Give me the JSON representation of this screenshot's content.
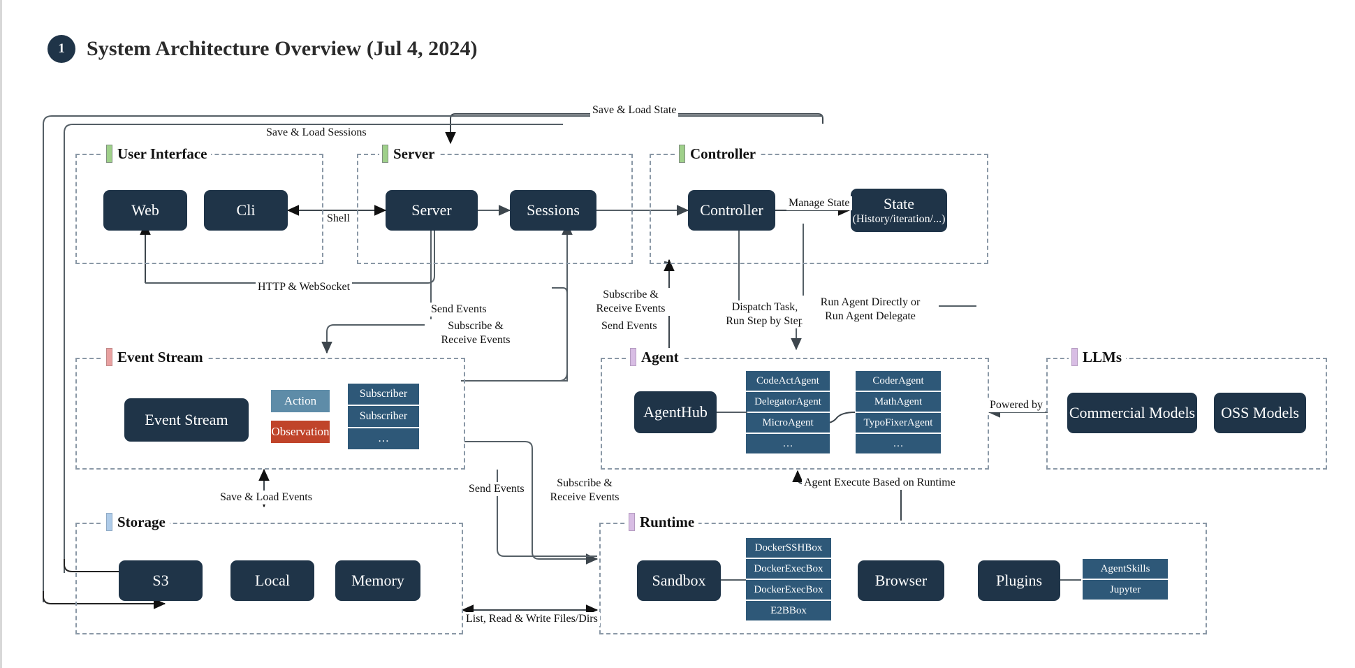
{
  "header": {
    "badge": "1",
    "title": "System Architecture Overview (Jul 4, 2024)"
  },
  "groups": {
    "user_interface": {
      "label": "User Interface",
      "accent": "#9fd08a"
    },
    "server": {
      "label": "Server",
      "accent": "#9fd08a"
    },
    "controller": {
      "label": "Controller",
      "accent": "#9fd08a"
    },
    "event_stream": {
      "label": "Event Stream",
      "accent": "#e8a0a0"
    },
    "agent": {
      "label": "Agent",
      "accent": "#d8bde4"
    },
    "llms": {
      "label": "LLMs",
      "accent": "#d8bde4"
    },
    "storage": {
      "label": "Storage",
      "accent": "#aecbe8"
    },
    "runtime": {
      "label": "Runtime",
      "accent": "#d8bde4"
    }
  },
  "nodes": {
    "web": {
      "label": "Web"
    },
    "cli": {
      "label": "Cli"
    },
    "server": {
      "label": "Server"
    },
    "sessions": {
      "label": "Sessions"
    },
    "controller": {
      "label": "Controller"
    },
    "state": {
      "label": "State",
      "sublabel": "(History/iteration/...)"
    },
    "event_stream": {
      "label": "Event Stream"
    },
    "agent_hub": {
      "label": "AgentHub"
    },
    "commercial_models": {
      "label": "Commercial Models"
    },
    "oss_models": {
      "label": "OSS Models"
    },
    "s3": {
      "label": "S3"
    },
    "local": {
      "label": "Local"
    },
    "memory": {
      "label": "Memory"
    },
    "sandbox": {
      "label": "Sandbox"
    },
    "browser": {
      "label": "Browser"
    },
    "plugins": {
      "label": "Plugins"
    }
  },
  "chips": {
    "action": {
      "label": "Action",
      "color": "#5e8ca8"
    },
    "observation": {
      "label": "Observation",
      "color": "#c0442a"
    }
  },
  "stacks": {
    "subscribers": {
      "items": [
        "Subscriber",
        "Subscriber",
        "…"
      ]
    },
    "agents_left": {
      "items": [
        "CodeActAgent",
        "DelegatorAgent",
        "MicroAgent",
        "…"
      ]
    },
    "agents_right": {
      "items": [
        "CoderAgent",
        "MathAgent",
        "TypoFixerAgent",
        "…"
      ]
    },
    "sandboxes": {
      "items": [
        "DockerSSHBox",
        "DockerExecBox",
        "DockerExecBox",
        "E2BBox"
      ]
    },
    "plugin_items": {
      "items": [
        "AgentSkills",
        "Jupyter"
      ]
    }
  },
  "edge_labels": {
    "save_load_state": "Save & Load State",
    "save_load_sessions": "Save & Load Sessions",
    "shell": "Shell",
    "manage_state": "Manage State",
    "http_websocket": "HTTP & WebSocket",
    "send_events_1": "Send Events",
    "subscribe_receive_1": "Subscribe &\nReceive Events",
    "subscribe_receive_2": "Subscribe &\nReceive Events",
    "send_events_2": "Send Events",
    "dispatch_task": "Dispatch Task,\nRun Step by Step",
    "run_agent": "Run Agent Directly or\nRun Agent Delegate",
    "powered_by": "Powered by",
    "save_load_events": "Save & Load Events",
    "send_events_3": "Send Events",
    "subscribe_receive_3": "Subscribe &\nReceive Events",
    "agent_execute": "Agent Execute Based on Runtime",
    "list_read_write": "List, Read & Write Files/Dirs"
  },
  "colors": {
    "node_bg": "#1f3448",
    "tile_bg": "#2e5878",
    "frame": "#8a98a6",
    "wire": "#555f66",
    "wire_dark": "#222222"
  }
}
